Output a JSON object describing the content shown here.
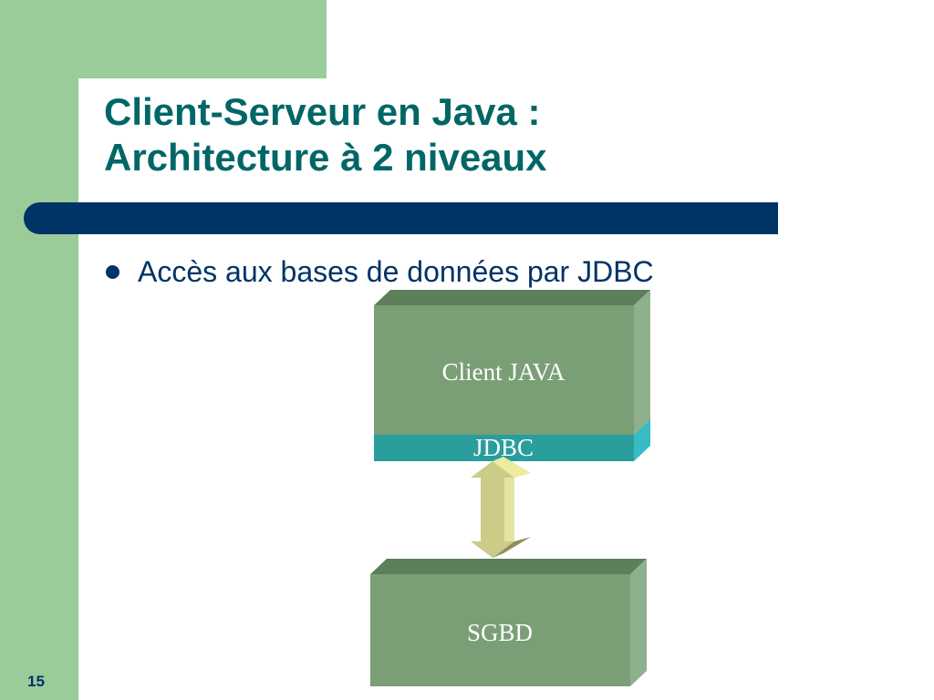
{
  "slide": {
    "title_line1": "Client-Serveur en Java :",
    "title_line2": "Architecture à 2 niveaux",
    "bullets": [
      "Accès aux bases de données par JDBC"
    ],
    "page_number": "15"
  },
  "diagram": {
    "client_label": "Client JAVA",
    "jdbc_label": "JDBC",
    "db_label": "SGBD"
  },
  "colors": {
    "background_accent": "#99cc99",
    "title_text": "#006666",
    "title_bar": "#003366",
    "box_fill": "#7a9f77",
    "jdbc_fill": "#2a9d9d",
    "arrow_fill": "#cccc88"
  }
}
